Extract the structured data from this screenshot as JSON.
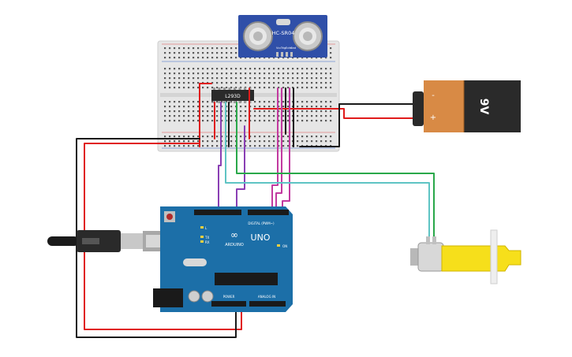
{
  "sensor": {
    "label": "HC-SR04",
    "pins": [
      "Vcc",
      "Trig",
      "Echo",
      "Gnd"
    ],
    "color": "#2f4fa8"
  },
  "chip": {
    "label": "L293D"
  },
  "battery": {
    "label": "9V",
    "plus": "+",
    "minus": "-",
    "color": "#d88a45"
  },
  "arduino": {
    "brand": "ARDUINO",
    "model": "UNO",
    "digital_label": "DIGITAL (PWM~)",
    "power_label": "POWER",
    "analog_label": "ANALOG IN",
    "tx_label": "TX",
    "rx_label": "RX",
    "l_label": "L",
    "on_label": "ON",
    "color": "#1c6fa8"
  },
  "motor": {
    "color": "#f6df1b"
  },
  "wire_colors": {
    "red": "#e01b1b",
    "black": "#1a1a1a",
    "purple": "#8a3fb4",
    "magenta": "#c23aa0",
    "green": "#2aa84a",
    "cyan": "#5ec4c4"
  }
}
